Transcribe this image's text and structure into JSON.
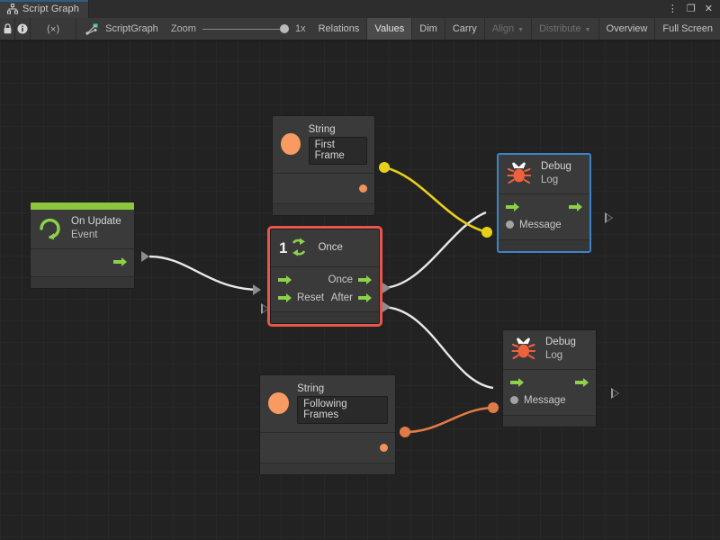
{
  "window": {
    "tab_label": "Script Graph",
    "tab_icon": "graph-icon",
    "controls": {
      "menu": "⋮",
      "maximize": "❐",
      "close": "✕"
    }
  },
  "toolbar": {
    "lock_icon": "lock-icon",
    "info_icon": "info-icon",
    "code_label": "⟨×⟩",
    "graph_icon": "scriptgraph-icon",
    "graph_name": "ScriptGraph",
    "zoom_label": "Zoom",
    "zoom_value": "1x",
    "buttons": [
      {
        "label": "Relations",
        "state": "normal"
      },
      {
        "label": "Values",
        "state": "active"
      },
      {
        "label": "Dim",
        "state": "normal"
      },
      {
        "label": "Carry",
        "state": "normal"
      },
      {
        "label": "Align",
        "state": "disabled",
        "caret": "▼"
      },
      {
        "label": "Distribute",
        "state": "disabled",
        "caret": "▼"
      },
      {
        "label": "Overview",
        "state": "normal"
      },
      {
        "label": "Full Screen",
        "state": "normal"
      }
    ]
  },
  "graph": {
    "nodes": [
      {
        "id": "on-update",
        "title": "On Update",
        "subtitle": "Event",
        "accent_color": "#8cc63f",
        "icon": "on-update-event-icon",
        "selected": false
      },
      {
        "id": "string-first-frame",
        "title": "String",
        "value": "First Frame",
        "icon": "string-literal-icon",
        "selected": false
      },
      {
        "id": "once",
        "title": "Once",
        "icon": "once-icon",
        "badge": "1",
        "selected": true,
        "selection_color": "#e8554a",
        "inputs": [
          {
            "label": ""
          },
          {
            "label": "Reset"
          }
        ],
        "outputs": [
          {
            "label": "Once"
          },
          {
            "label": "After"
          }
        ]
      },
      {
        "id": "debug-log-top",
        "title": "Debug",
        "subtitle": "Log",
        "icon": "debug-bug-icon",
        "message_label": "Message",
        "selected": true,
        "selection_color": "#3a85c8"
      },
      {
        "id": "string-following-frames",
        "title": "String",
        "value": "Following Frames",
        "icon": "string-literal-icon",
        "selected": false
      },
      {
        "id": "debug-log-bottom",
        "title": "Debug",
        "subtitle": "Log",
        "icon": "debug-bug-icon",
        "message_label": "Message",
        "selected": false
      }
    ],
    "wire_colors": {
      "flow": "#e8e8e8",
      "string_first_frame": "#e8d01a",
      "string_following_frames": "#e07b45"
    }
  }
}
